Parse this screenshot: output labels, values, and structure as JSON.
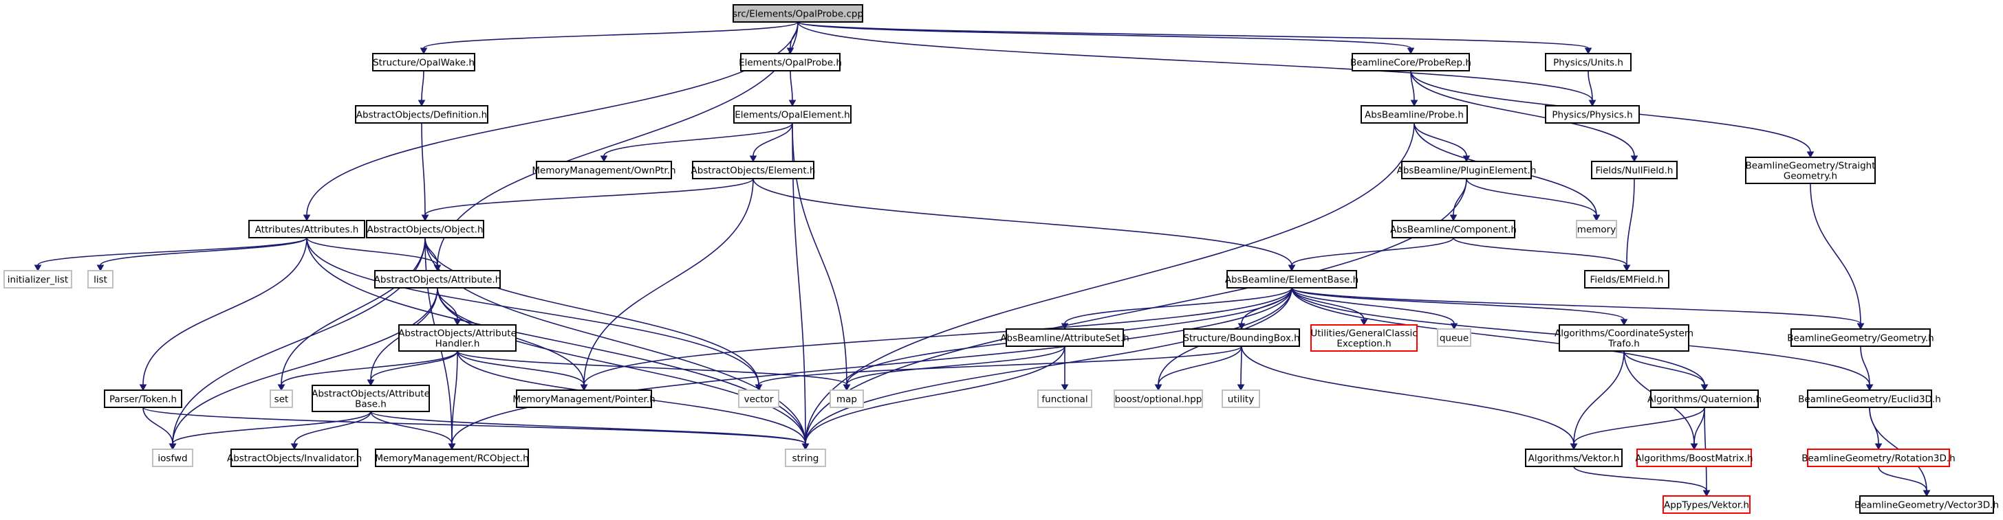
{
  "colors": {
    "edge": "#191970",
    "node_border": "#000000",
    "root_fill": "#bfbfbf",
    "system_border": "#bfbfbf",
    "truncated_border": "#ff0000"
  },
  "nodes": {
    "root": {
      "label": [
        "src/Elements/OpalProbe.cpp"
      ]
    },
    "opalwake": {
      "label": [
        "Structure/OpalWake.h"
      ]
    },
    "el_opalprobe": {
      "label": [
        "Elements/OpalProbe.h"
      ]
    },
    "probere": {
      "label": [
        "BeamlineCore/ProbeRep.h"
      ]
    },
    "units": {
      "label": [
        "Physics/Units.h"
      ]
    },
    "physics": {
      "label": [
        "Physics/Physics.h"
      ]
    },
    "definition": {
      "label": [
        "AbstractObjects/Definition.h"
      ]
    },
    "opalelement": {
      "label": [
        "Elements/OpalElement.h"
      ]
    },
    "absprobe": {
      "label": [
        "AbsBeamline/Probe.h"
      ]
    },
    "ownptr": {
      "label": [
        "MemoryManagement/OwnPtr.h"
      ]
    },
    "element": {
      "label": [
        "AbstractObjects/Element.h"
      ]
    },
    "pluginelement": {
      "label": [
        "AbsBeamline/PluginElement.h"
      ]
    },
    "nullfield": {
      "label": [
        "Fields/NullField.h"
      ]
    },
    "straightgeom": {
      "label": [
        "BeamlineGeometry/Straight",
        "Geometry.h"
      ]
    },
    "attributes": {
      "label": [
        "Attributes/Attributes.h"
      ]
    },
    "object": {
      "label": [
        "AbstractObjects/Object.h"
      ]
    },
    "component": {
      "label": [
        "AbsBeamline/Component.h"
      ]
    },
    "memory": {
      "label": [
        "memory"
      ]
    },
    "initlist": {
      "label": [
        "initializer_list"
      ]
    },
    "list": {
      "label": [
        "list"
      ]
    },
    "attribute": {
      "label": [
        "AbstractObjects/Attribute.h"
      ]
    },
    "elementbase": {
      "label": [
        "AbsBeamline/ElementBase.h"
      ]
    },
    "emfield": {
      "label": [
        "Fields/EMField.h"
      ]
    },
    "attrhandler": {
      "label": [
        "AbstractObjects/Attribute",
        "Handler.h"
      ]
    },
    "attributeset": {
      "label": [
        "AbsBeamline/AttributeSet.h"
      ]
    },
    "boundingbox": {
      "label": [
        "Structure/BoundingBox.h"
      ]
    },
    "gce": {
      "label": [
        "Utilities/GeneralClassic",
        "Exception.h"
      ]
    },
    "queue": {
      "label": [
        "queue"
      ]
    },
    "coordtrafo": {
      "label": [
        "Algorithms/CoordinateSystem",
        "Trafo.h"
      ]
    },
    "geometry": {
      "label": [
        "BeamlineGeometry/Geometry.h"
      ]
    },
    "set": {
      "label": [
        "set"
      ]
    },
    "attrbase": {
      "label": [
        "AbstractObjects/Attribute",
        "Base.h"
      ]
    },
    "parsertoken": {
      "label": [
        "Parser/Token.h"
      ]
    },
    "pointer": {
      "label": [
        "MemoryManagement/Pointer.h"
      ]
    },
    "vector": {
      "label": [
        "vector"
      ]
    },
    "map": {
      "label": [
        "map"
      ]
    },
    "functional": {
      "label": [
        "functional"
      ]
    },
    "optional": {
      "label": [
        "boost/optional.hpp"
      ]
    },
    "utility": {
      "label": [
        "utility"
      ]
    },
    "quaternion": {
      "label": [
        "Algorithms/Quaternion.h"
      ]
    },
    "euclid3d": {
      "label": [
        "BeamlineGeometry/Euclid3D.h"
      ]
    },
    "iosfwd": {
      "label": [
        "iosfwd"
      ]
    },
    "invalidator": {
      "label": [
        "AbstractObjects/Invalidator.h"
      ]
    },
    "rcobject": {
      "label": [
        "MemoryManagement/RCObject.h"
      ]
    },
    "string": {
      "label": [
        "string"
      ]
    },
    "algvektor": {
      "label": [
        "Algorithms/Vektor.h"
      ]
    },
    "boostmatrix": {
      "label": [
        "Algorithms/BoostMatrix.h"
      ]
    },
    "rotation3d": {
      "label": [
        "BeamlineGeometry/Rotation3D.h"
      ]
    },
    "appvektor": {
      "label": [
        "AppTypes/Vektor.h"
      ]
    },
    "vector3d": {
      "label": [
        "BeamlineGeometry/Vector3D.h"
      ]
    }
  }
}
